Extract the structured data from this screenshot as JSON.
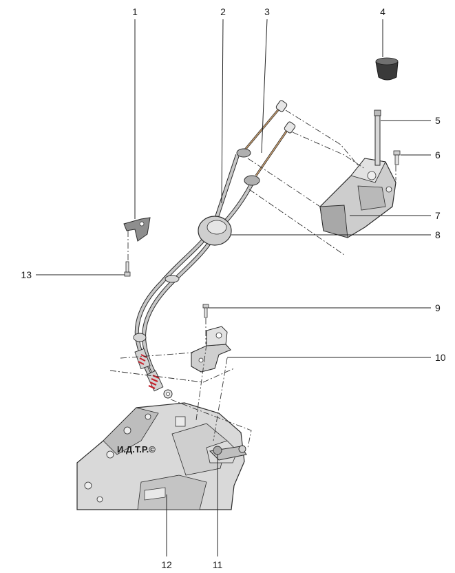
{
  "callouts": [
    {
      "id": "1",
      "label": "1"
    },
    {
      "id": "2",
      "label": "2"
    },
    {
      "id": "3",
      "label": "3"
    },
    {
      "id": "4",
      "label": "4"
    },
    {
      "id": "5",
      "label": "5"
    },
    {
      "id": "6",
      "label": "6"
    },
    {
      "id": "7",
      "label": "7"
    },
    {
      "id": "8",
      "label": "8"
    },
    {
      "id": "9",
      "label": "9"
    },
    {
      "id": "10",
      "label": "10"
    },
    {
      "id": "11",
      "label": "11"
    },
    {
      "id": "12",
      "label": "12"
    },
    {
      "id": "13",
      "label": "13"
    }
  ],
  "watermark": "И.Д.Т.Р.©",
  "colors": {
    "part_light": "#e6e6e6",
    "part_mid": "#c9c9c9",
    "part_dark": "#8e8e8e",
    "outline": "#2b2b2b",
    "cable_tan": "#c49a6c",
    "spring_red": "#c8202a",
    "knob_dark": "#3a3a3a"
  }
}
